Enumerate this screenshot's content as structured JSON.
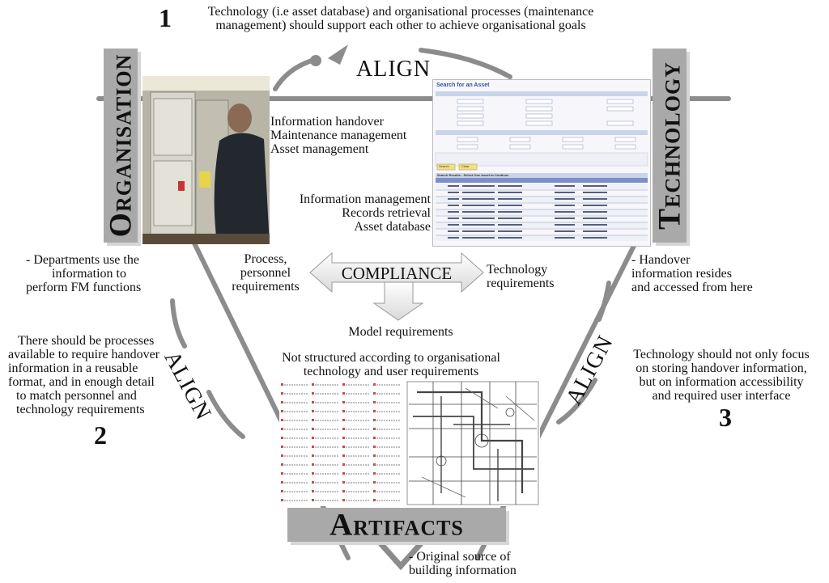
{
  "top_note": {
    "number": "1",
    "line1": "Technology (i.e asset database) and organisational processes (maintenance",
    "line2": "management) should support each other to achieve organisational goals"
  },
  "align_labels": {
    "top": "ALIGN",
    "left": "ALIGN",
    "right": "ALIGN"
  },
  "boxes": {
    "organisation": {
      "first": "O",
      "rest": "RGANISATION"
    },
    "technology": {
      "first": "T",
      "rest": "ECHNOLOGY"
    },
    "artifacts": {
      "first": "A",
      "rest": "RTIFACTS"
    }
  },
  "org_functions": [
    "Information handover",
    "Maintenance management",
    "Asset management"
  ],
  "tech_functions": [
    "Information management",
    "Records retrieval",
    "Asset database"
  ],
  "compliance": {
    "label": "COMPLIANCE",
    "left": [
      "Process,",
      "personnel",
      "requirements"
    ],
    "right": [
      "Technology",
      "requirements"
    ],
    "down": "Model requirements"
  },
  "notes": {
    "departments": [
      "- Departments use the",
      "information  to",
      "perform FM functions"
    ],
    "handover": [
      "- Handover",
      "information resides",
      "and accessed from here"
    ],
    "processes": [
      "There should be processes",
      "available to require handover",
      "information in a reusable",
      "format, and in enough detail",
      "to match personnel and",
      "technology requirements"
    ],
    "processes_number": "2",
    "tech_focus": [
      "Technology should not only focus",
      "on storing handover information,",
      "but on information accessibility",
      "and required user interface"
    ],
    "tech_focus_number": "3",
    "not_structured": [
      "Not structured according to organisational",
      "technology and user requirements"
    ],
    "original_source": [
      "- Original source of",
      "building information"
    ]
  },
  "screenshot": {
    "title": "Search for an Asset",
    "search_btn": "Search",
    "clear_btn": "Clear",
    "results_header": "Search Results - Select One Asset to Continue"
  },
  "colors": {
    "box_gray": "#a9a9a9",
    "arrow_gray": "#8c8c8c"
  }
}
